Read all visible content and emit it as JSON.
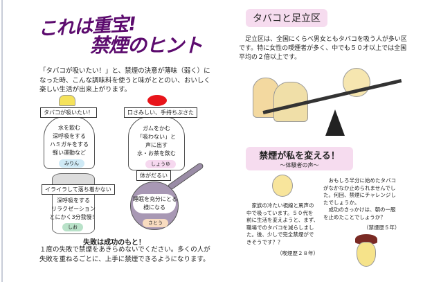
{
  "left_page": {
    "title_line1": "これは重宝!",
    "title_line2": "禁煙のヒント",
    "intro": "「タバコが吸いたい！」と、禁煙の決意が薄味（弱く）に\nなった時、こんな調味料を使うと味がととのい、おいしく\n楽しい生活が出来上がります。",
    "tips": [
      {
        "situation": "タバコが吸いたい！",
        "advice": "水を飲む\n深呼吸をする\nハミガキをする\n軽い運動など",
        "seasoning": "みりん"
      },
      {
        "situation": "口さみしい、手持ちぶさた",
        "advice": "ガムをかむ\n「吸わない」と\n声に出す\n水・お茶を飲む",
        "seasoning": "しょうゆ"
      },
      {
        "situation": "イライラして落ち着かない",
        "advice": "深呼吸をする\nリラクゼーション\nとにかく3分我慢！",
        "seasoning": "しお"
      },
      {
        "situation": "体がだるい",
        "advice": "睡眠を充分にとる\n様になる",
        "seasoning": "さとう"
      }
    ],
    "closing_heading": "失敗は成功のもと！",
    "closing_text": "１度の失敗で禁煙をあきらめないでください。多くの人が\n失敗を重ねるごとに、上手に禁煙できるようになります。"
  },
  "right_page": {
    "section1_title": "タバコと足立区",
    "section1_text": "　足立区は、全国にくらべ男女ともタバコを吸う人が多い区\nです。特に女性の喫煙者が多く、中でも５０才以上では全国\n平均の２倍以上です。",
    "section2_title": "禁煙が私を変える！",
    "section2_subtitle": "～体験者の声～",
    "voice1_text": "　家族の冷たい視線と罵声の\n中で吸っています。５０代を\n前に生活を変えようと、まず、\n職場でのタバコを減らしまし\nた。後、少しで完全禁煙がで\nきそうです？？",
    "voice1_note": "（喫煙歴２８年）",
    "voice2_text": "　おもしろ半分に始めたタバコ\nがなかなか止められませんでし\nた。何回、禁煙にチャレンジし\nたでしょうか。\n　成功のきっかけは、朝の一服\nを止めたことでしょうか？",
    "voice2_note": "（禁煙歴５年）"
  },
  "colors": {
    "title": "#5c0b6e",
    "pink": "#f6dcef"
  }
}
